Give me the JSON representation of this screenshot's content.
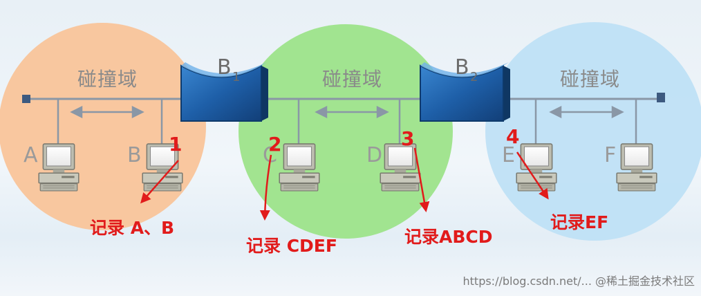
{
  "domains": [
    {
      "label": "碰撞域",
      "color": "#f9c49a"
    },
    {
      "label": "碰撞域",
      "color": "#9de38a"
    },
    {
      "label": "碰撞域",
      "color": "#bfe0f5"
    }
  ],
  "bridges": [
    {
      "letter": "B",
      "sub": "1"
    },
    {
      "letter": "B",
      "sub": "2"
    }
  ],
  "hosts": [
    "A",
    "B",
    "C",
    "D",
    "E",
    "F"
  ],
  "annotations": [
    {
      "number": "1",
      "text": "记录 A、B"
    },
    {
      "number": "2",
      "text": "记录 CDEF"
    },
    {
      "number": "3",
      "text": "记录ABCD"
    },
    {
      "number": "4",
      "text": "记录EF"
    }
  ],
  "watermark": "https://blog.csdn.net/... @稀土掘金技术社区",
  "colors": {
    "annotation": "#e11b1b",
    "bridge": "#1e5fa8",
    "bus": "#8a97a6"
  }
}
